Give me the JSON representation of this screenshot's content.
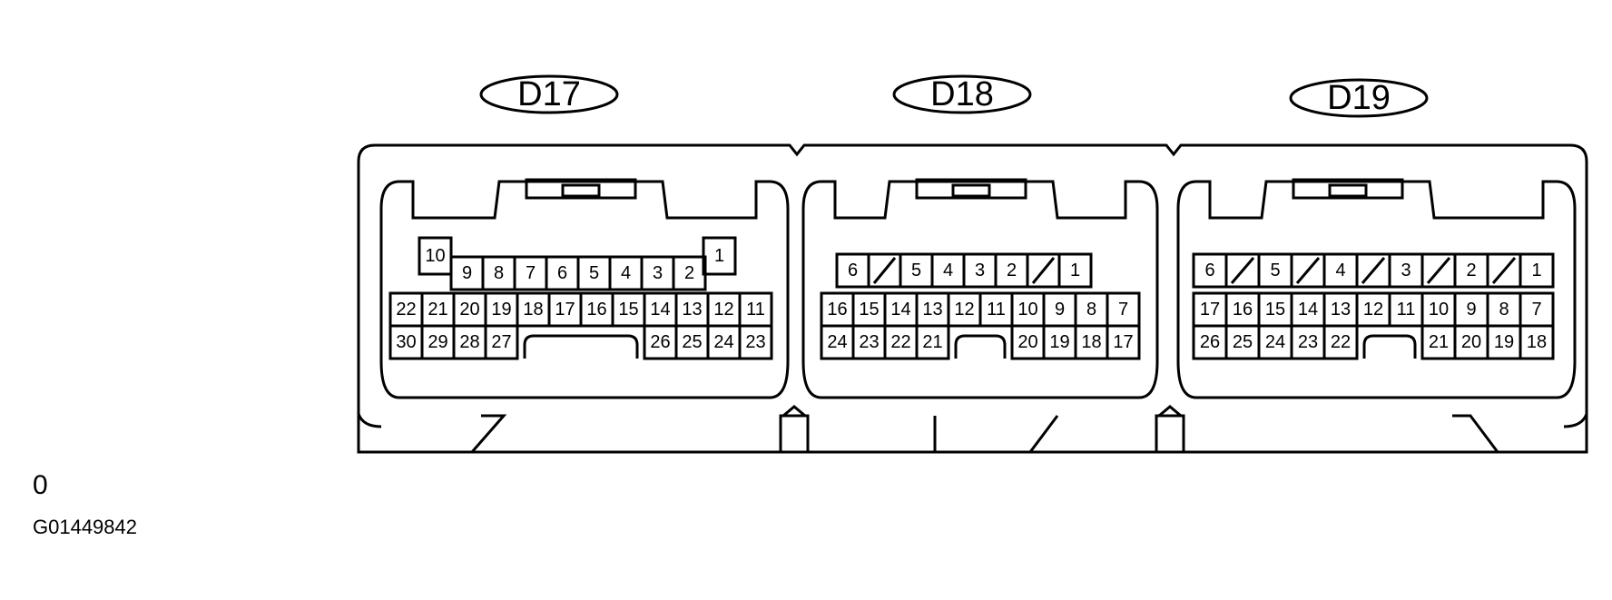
{
  "figure_id": "G01449842",
  "corner_mark": "0",
  "connectors": [
    {
      "name": "D17",
      "top_row": [
        "10",
        "9",
        "8",
        "7",
        "6",
        "5",
        "4",
        "3",
        "2",
        "1"
      ],
      "mid_row": [
        "22",
        "21",
        "20",
        "19",
        "18",
        "17",
        "16",
        "15",
        "14",
        "13",
        "12",
        "11"
      ],
      "bottom_left": [
        "30",
        "29",
        "28",
        "27"
      ],
      "bottom_right": [
        "26",
        "25",
        "24",
        "23"
      ]
    },
    {
      "name": "D18",
      "top_row": [
        "6",
        "",
        "5",
        "4",
        "3",
        "2",
        "",
        "1"
      ],
      "mid_row": [
        "16",
        "15",
        "14",
        "13",
        "12",
        "11",
        "10",
        "9",
        "8",
        "7"
      ],
      "bottom_left": [
        "24",
        "23",
        "22",
        "21"
      ],
      "bottom_right": [
        "20",
        "19",
        "18",
        "17"
      ]
    },
    {
      "name": "D19",
      "top_row": [
        "6",
        "",
        "5",
        "",
        "4",
        "",
        "3",
        "",
        "2",
        "",
        "1"
      ],
      "mid_row": [
        "17",
        "16",
        "15",
        "14",
        "13",
        "12",
        "11",
        "10",
        "9",
        "8",
        "7"
      ],
      "bottom_left": [
        "26",
        "25",
        "24",
        "23",
        "22"
      ],
      "bottom_right": [
        "21",
        "20",
        "19",
        "18"
      ]
    }
  ]
}
